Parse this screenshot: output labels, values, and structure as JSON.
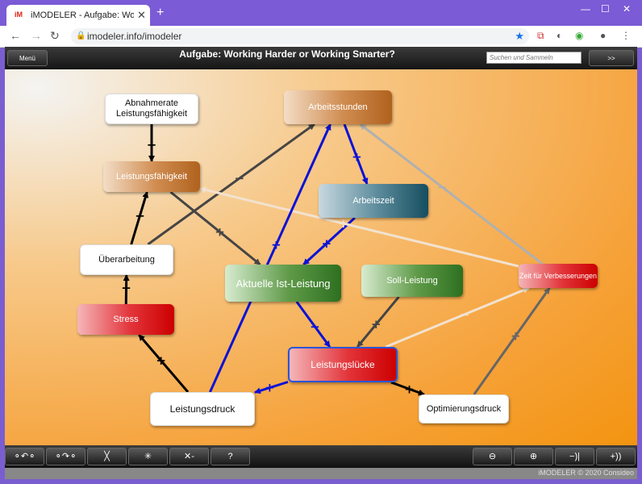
{
  "browser": {
    "tab_title": "iMODELER - Aufgabe: Working H",
    "favicon_text": "iM",
    "url": "imodeler.info/imodeler",
    "accent": "#7b5bd6"
  },
  "app": {
    "menu_label": "Menü",
    "title": "Aufgabe: Working Harder or Working Smarter?",
    "search_placeholder": "Suchen und Sammeln",
    "go_label": ">>"
  },
  "nodes": [
    {
      "id": "abnahmerate",
      "label": "Abnahmerate Leistungsfähigkeit",
      "style": "white"
    },
    {
      "id": "arbeitsstunden",
      "label": "Arbeitsstunden",
      "style": "brown"
    },
    {
      "id": "leistungsfaehigkeit",
      "label": "Leistungsfähigkeit",
      "style": "brown"
    },
    {
      "id": "arbeitszeit",
      "label": "Arbeitszeit",
      "style": "teal"
    },
    {
      "id": "ueberarbeitung",
      "label": "Überarbeitung",
      "style": "white"
    },
    {
      "id": "ist_leistung",
      "label": "Aktuelle Ist-Leistung",
      "style": "green"
    },
    {
      "id": "soll_leistung",
      "label": "Soll-Leistung",
      "style": "green"
    },
    {
      "id": "verbesserungen",
      "label": "Zeit für Verbesserungen",
      "style": "red"
    },
    {
      "id": "stress",
      "label": "Stress",
      "style": "red"
    },
    {
      "id": "leistungsluecke",
      "label": "Leistungslücke",
      "style": "red"
    },
    {
      "id": "leistungsdruck",
      "label": "Leistungsdruck",
      "style": "white"
    },
    {
      "id": "optimierungsdruck",
      "label": "Optimierungsdruck",
      "style": "white"
    }
  ],
  "links": [
    {
      "from": "abnahmerate",
      "to": "leistungsfaehigkeit",
      "sign": "−",
      "color": "#000000"
    },
    {
      "from": "arbeitsstunden",
      "to": "arbeitszeit",
      "sign": "+",
      "color": "#0b12d6"
    },
    {
      "from": "arbeitszeit",
      "to": "ist_leistung",
      "sign": "+",
      "color": "#0b12d6"
    },
    {
      "from": "ueberarbeitung",
      "to": "arbeitsstunden",
      "sign": "−",
      "color": "#454545"
    },
    {
      "from": "leistungsfaehigkeit",
      "to": "ist_leistung",
      "sign": "+",
      "color": "#454545"
    },
    {
      "from": "ueberarbeitung",
      "to": "leistungsfaehigkeit",
      "sign": "−",
      "color": "#000000"
    },
    {
      "from": "verbesserungen",
      "to": "leistungsfaehigkeit",
      "sign": "+",
      "color": "#f2e2cf"
    },
    {
      "from": "verbesserungen",
      "to": "arbeitsstunden",
      "sign": "−",
      "color": "#b0b0b0"
    },
    {
      "from": "stress",
      "to": "ueberarbeitung",
      "sign": "+",
      "color": "#000000"
    },
    {
      "from": "ist_leistung",
      "to": "leistungsluecke",
      "sign": "−",
      "color": "#0b12d6"
    },
    {
      "from": "soll_leistung",
      "to": "leistungsluecke",
      "sign": "+",
      "color": "#454545"
    },
    {
      "from": "leistungsluecke",
      "to": "verbesserungen",
      "sign": "−",
      "color": "#f2e2cf"
    },
    {
      "from": "leistungsdruck",
      "to": "stress",
      "sign": "+",
      "color": "#000000"
    },
    {
      "from": "leistungsdruck",
      "to": "arbeitsstunden",
      "sign": "+",
      "color": "#0b12d6"
    },
    {
      "from": "leistungsluecke",
      "to": "leistungsdruck",
      "sign": "+",
      "color": "#0b12d6"
    },
    {
      "from": "leistungsluecke",
      "to": "optimierungsdruck",
      "sign": "+",
      "color": "#000000"
    },
    {
      "from": "optimierungsdruck",
      "to": "verbesserungen",
      "sign": "+",
      "color": "#666666"
    }
  ],
  "toolbar": {
    "buttons": [
      {
        "name": "cycle-left-button",
        "label": "⚬↶⚬"
      },
      {
        "name": "cycle-right-button",
        "label": "⚬↷⚬"
      },
      {
        "name": "cross-links-button",
        "label": "╳"
      },
      {
        "name": "network-button",
        "label": "✳"
      },
      {
        "name": "collapse-button",
        "label": "✕-"
      },
      {
        "name": "help-button",
        "label": "?"
      },
      {
        "name": "zoom-out-button",
        "label": "⊖"
      },
      {
        "name": "zoom-in-button",
        "label": "⊕"
      },
      {
        "name": "step-back-button",
        "label": "−)|"
      },
      {
        "name": "step-forward-button",
        "label": "+))"
      }
    ]
  },
  "footer": {
    "copyright": "iMODELER © 2020 Consideo"
  }
}
